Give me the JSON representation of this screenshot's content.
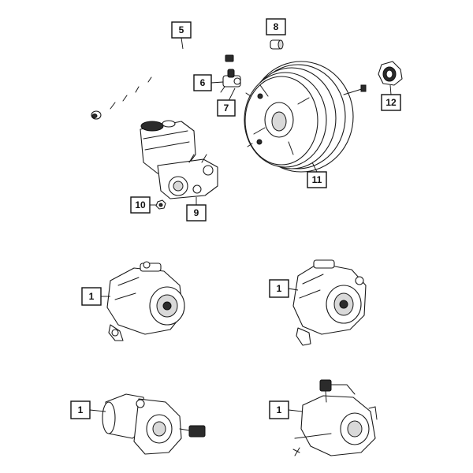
{
  "callouts": {
    "c1": "1",
    "c5": "5",
    "c6": "6",
    "c7": "7",
    "c8": "8",
    "c9": "9",
    "c10": "10",
    "c11": "11",
    "c12": "12"
  },
  "colors": {
    "line": "#111111",
    "fill": "#ffffff",
    "shade": "#d9d9d9"
  }
}
